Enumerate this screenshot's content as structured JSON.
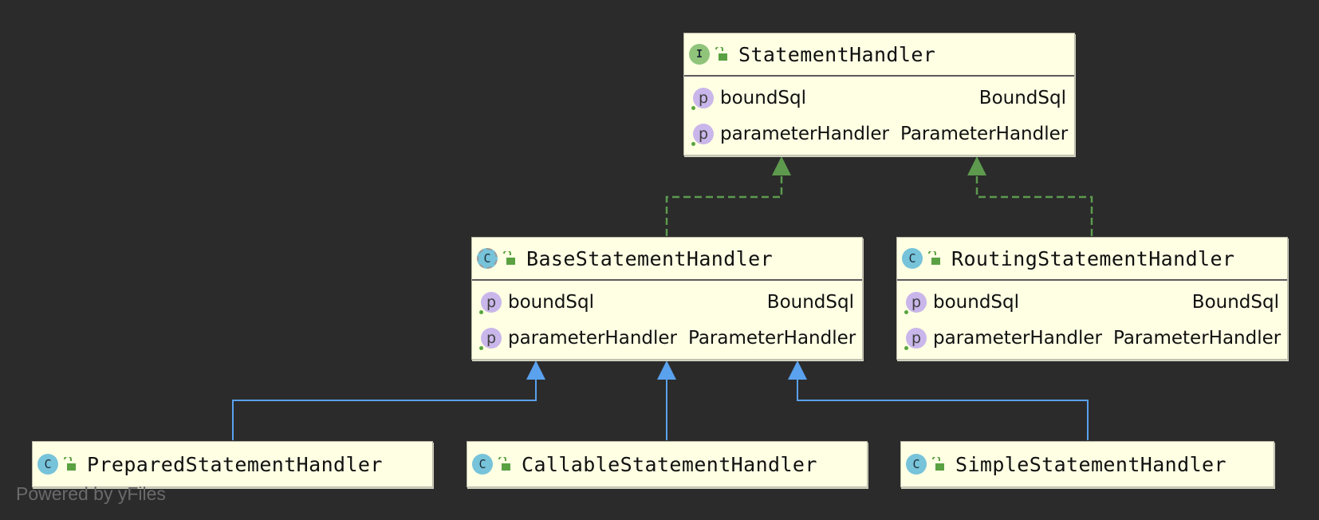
{
  "nodes": {
    "statement_handler": {
      "name": "StatementHandler",
      "badge": "I",
      "members": [
        {
          "badge": "p",
          "name": "boundSql",
          "type": "BoundSql"
        },
        {
          "badge": "p",
          "name": "parameterHandler",
          "type": "ParameterHandler"
        }
      ]
    },
    "base_statement_handler": {
      "name": "BaseStatementHandler",
      "badge": "C",
      "members": [
        {
          "badge": "p",
          "name": "boundSql",
          "type": "BoundSql"
        },
        {
          "badge": "p",
          "name": "parameterHandler",
          "type": "ParameterHandler"
        }
      ]
    },
    "routing_statement_handler": {
      "name": "RoutingStatementHandler",
      "badge": "C",
      "members": [
        {
          "badge": "p",
          "name": "boundSql",
          "type": "BoundSql"
        },
        {
          "badge": "p",
          "name": "parameterHandler",
          "type": "ParameterHandler"
        }
      ]
    },
    "prepared_statement_handler": {
      "name": "PreparedStatementHandler",
      "badge": "C"
    },
    "callable_statement_handler": {
      "name": "CallableStatementHandler",
      "badge": "C"
    },
    "simple_statement_handler": {
      "name": "SimpleStatementHandler",
      "badge": "C"
    }
  },
  "edges": [
    {
      "from": "base_statement_handler",
      "to": "statement_handler",
      "kind": "implements"
    },
    {
      "from": "routing_statement_handler",
      "to": "statement_handler",
      "kind": "implements"
    },
    {
      "from": "prepared_statement_handler",
      "to": "base_statement_handler",
      "kind": "extends"
    },
    {
      "from": "callable_statement_handler",
      "to": "base_statement_handler",
      "kind": "extends"
    },
    {
      "from": "simple_statement_handler",
      "to": "base_statement_handler",
      "kind": "extends"
    }
  ],
  "colors": {
    "implements_edge": "#5d9a4e",
    "extends_edge": "#5aa1ee",
    "node_fill": "#ffffe4",
    "interface_badge": "#8fc47a",
    "class_badge": "#76c3da",
    "property_badge": "#c9b6ea"
  },
  "watermark": "Powered by yFiles"
}
